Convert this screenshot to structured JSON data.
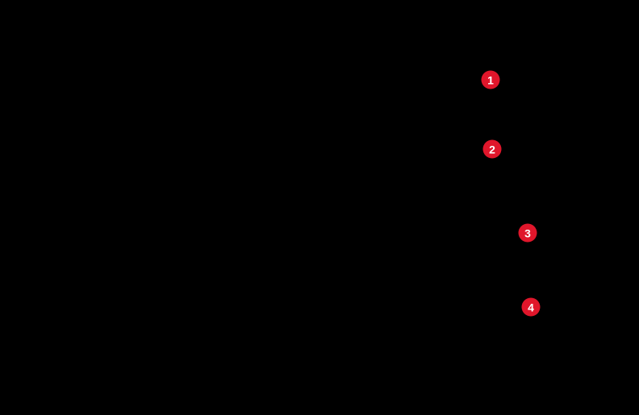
{
  "canvas": {
    "background_color": "#000000"
  },
  "annotations": {
    "badge_color": "#e0162b",
    "badge_text_color": "#ffffff",
    "items": [
      {
        "label": "1"
      },
      {
        "label": "2"
      },
      {
        "label": "3"
      },
      {
        "label": "4"
      }
    ]
  }
}
